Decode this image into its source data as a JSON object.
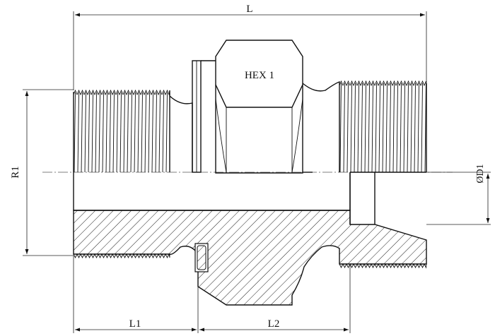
{
  "drawing": {
    "labels": {
      "overall_length": "L",
      "hex": "HEX 1",
      "thread_diameter": "R1",
      "bore_diameter": "ØD1",
      "length_1": "L1",
      "length_2": "L2"
    },
    "colors": {
      "line": "#111111",
      "background": "#ffffff"
    }
  }
}
